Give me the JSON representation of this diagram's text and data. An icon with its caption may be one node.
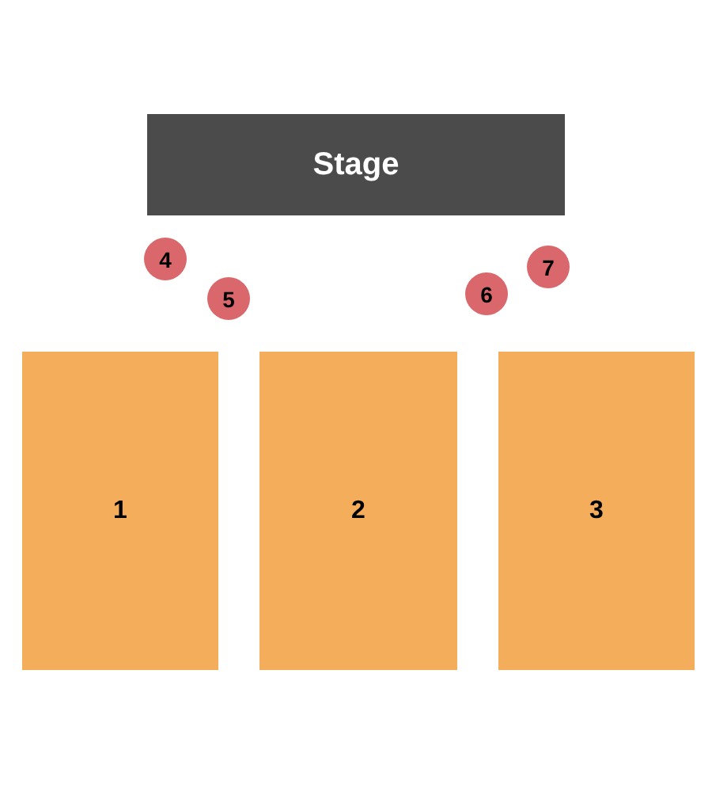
{
  "diagram": {
    "nodes": [
      {
        "text": [
          "Stage"
        ]
      },
      {
        "text": [
          "4"
        ]
      },
      {
        "text": [
          "7"
        ]
      },
      {
        "text": [
          "5"
        ]
      },
      {
        "text": [
          "6"
        ]
      },
      {
        "text": [
          "1"
        ]
      },
      {
        "text": [
          "2"
        ]
      },
      {
        "text": [
          "3"
        ]
      }
    ]
  }
}
